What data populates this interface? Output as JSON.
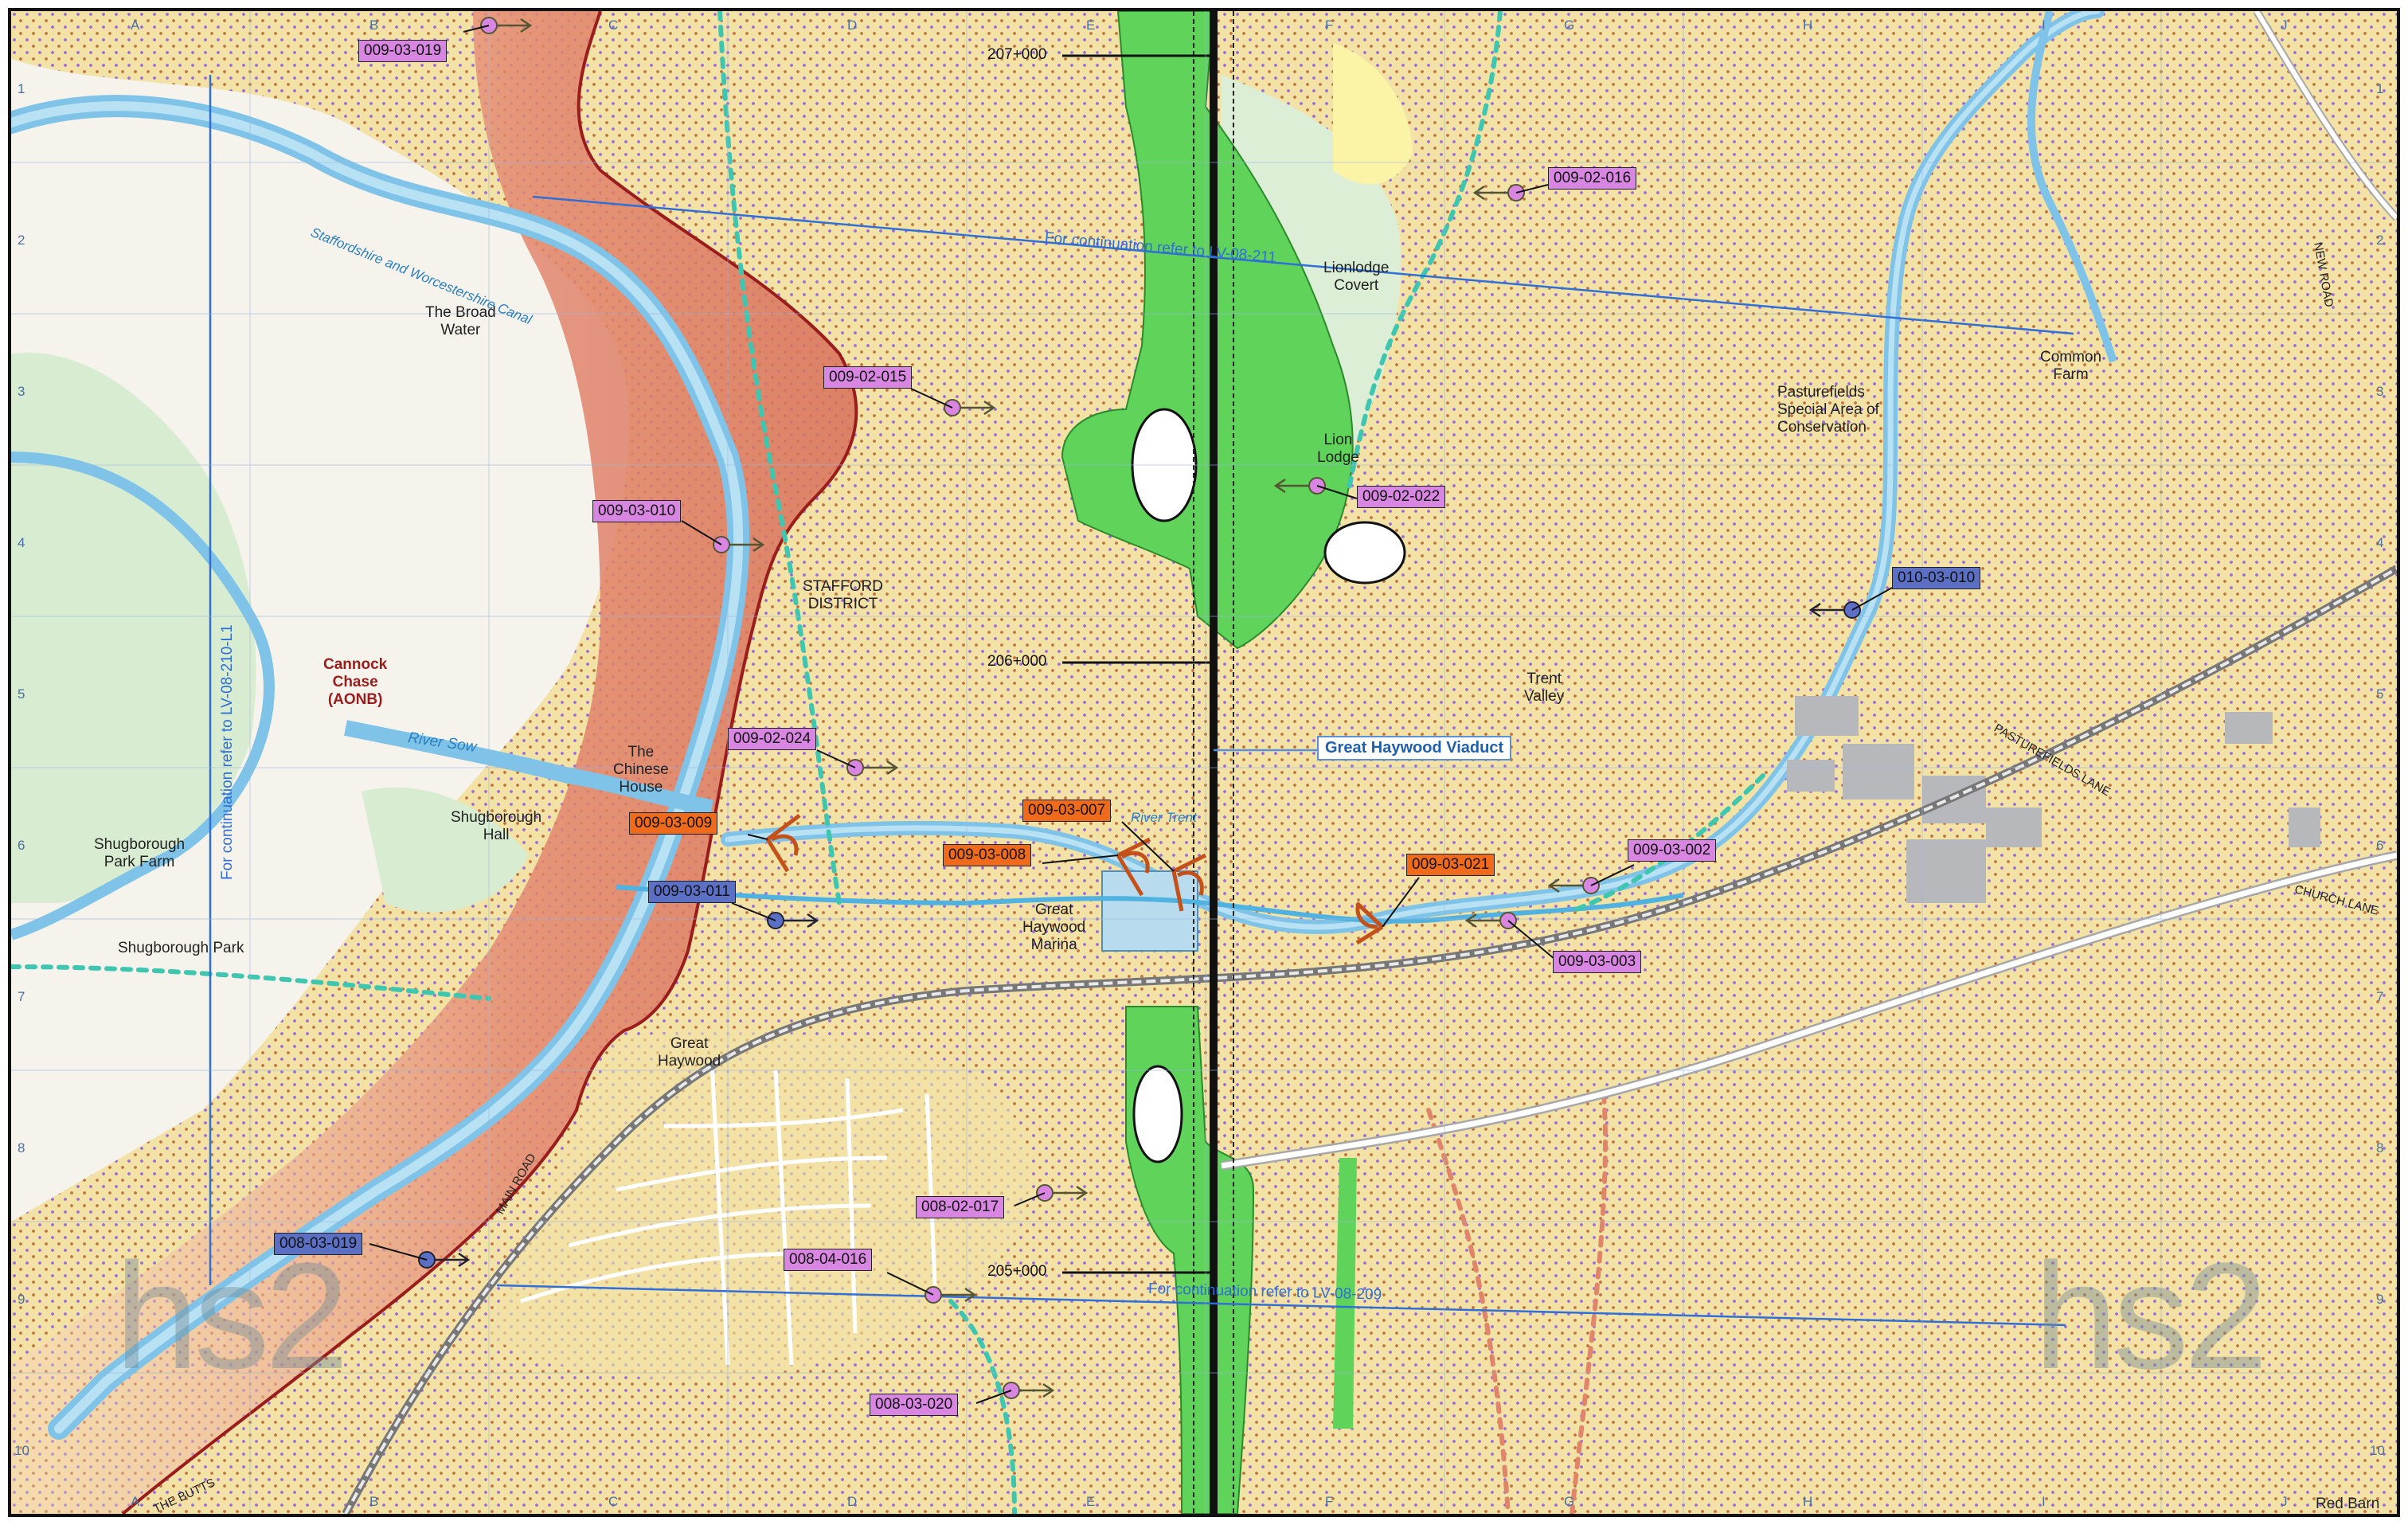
{
  "grid": {
    "letters": [
      "A",
      "B",
      "C",
      "D",
      "E",
      "F",
      "G",
      "H",
      "I",
      "J"
    ],
    "numbers": [
      "1",
      "2",
      "3",
      "4",
      "5",
      "6",
      "7",
      "8",
      "9",
      "10"
    ]
  },
  "places": {
    "broad_water": "The Broad\nWater",
    "lionlodge_covert": "Lionlodge\nCovert",
    "lion_lodge": "Lion\nLodge",
    "common_farm": "Common\nFarm",
    "pasturefields": "Pasturefields\nSpecial Area of\nConservation",
    "stafford_district": "STAFFORD\nDISTRICT",
    "cannock_chase": "Cannock\nChase\n(AONB)",
    "river_sow": "River Sow",
    "chinese_house": "The\nChinese\nHouse",
    "shugborough_hall": "Shugborough\nHall",
    "shugborough_park_farm": "Shugborough\nPark Farm",
    "shugborough_park": "Shugborough Park",
    "trent_valley": "Trent\nValley",
    "great_haywood_marina": "Great\nHaywood\nMarina",
    "great_haywood": "Great\nHaywood",
    "red_barn": "Red Barn",
    "canal": "Staffordshire and Worcestershire Canal",
    "river_trent": "River Trent",
    "new_road": "NEW ROAD",
    "pasturefields_lane": "PASTUREFIELDS LANE",
    "church_lane": "CHURCH LANE",
    "main_road": "MAIN ROAD",
    "the_butts": "THE BUTTS"
  },
  "chainages": {
    "c207": "207+000",
    "c206": "206+000",
    "c205": "205+000"
  },
  "continuation": {
    "lv211": "For continuation refer to LV-08-211",
    "lv210": "For continuation refer to LV-08-210-L1",
    "lv209": "For continuation refer to LV-08-209"
  },
  "viaduct_label": "Great Haywood Viaduct",
  "viewpoints": {
    "vp_009_03_019": "009-03-019",
    "vp_009_02_016": "009-02-016",
    "vp_009_02_015": "009-02-015",
    "vp_009_02_022": "009-02-022",
    "vp_009_03_010": "009-03-010",
    "vp_010_03_010": "010-03-010",
    "vp_009_02_024": "009-02-024",
    "vp_009_03_007": "009-03-007",
    "vp_009_03_009": "009-03-009",
    "vp_009_03_008": "009-03-008",
    "vp_009_03_021": "009-03-021",
    "vp_009_03_002": "009-03-002",
    "vp_009_03_011": "009-03-011",
    "vp_009_03_003": "009-03-003",
    "vp_008_02_017": "008-02-017",
    "vp_008_03_019": "008-03-019",
    "vp_008_04_016": "008-04-016",
    "vp_008_03_020": "008-03-020"
  },
  "logo_text": "hs2",
  "colors": {
    "land": "#f3e2a6",
    "dots": "#9a6ad8",
    "aonb": "#e0846a",
    "river": "#7fc3e8",
    "green": "#5fd35a",
    "route": "#111111",
    "magenta": "#d986e2",
    "orange": "#f06a1c",
    "blue": "#5b6fc4",
    "footpath": "#3fc6b0"
  }
}
